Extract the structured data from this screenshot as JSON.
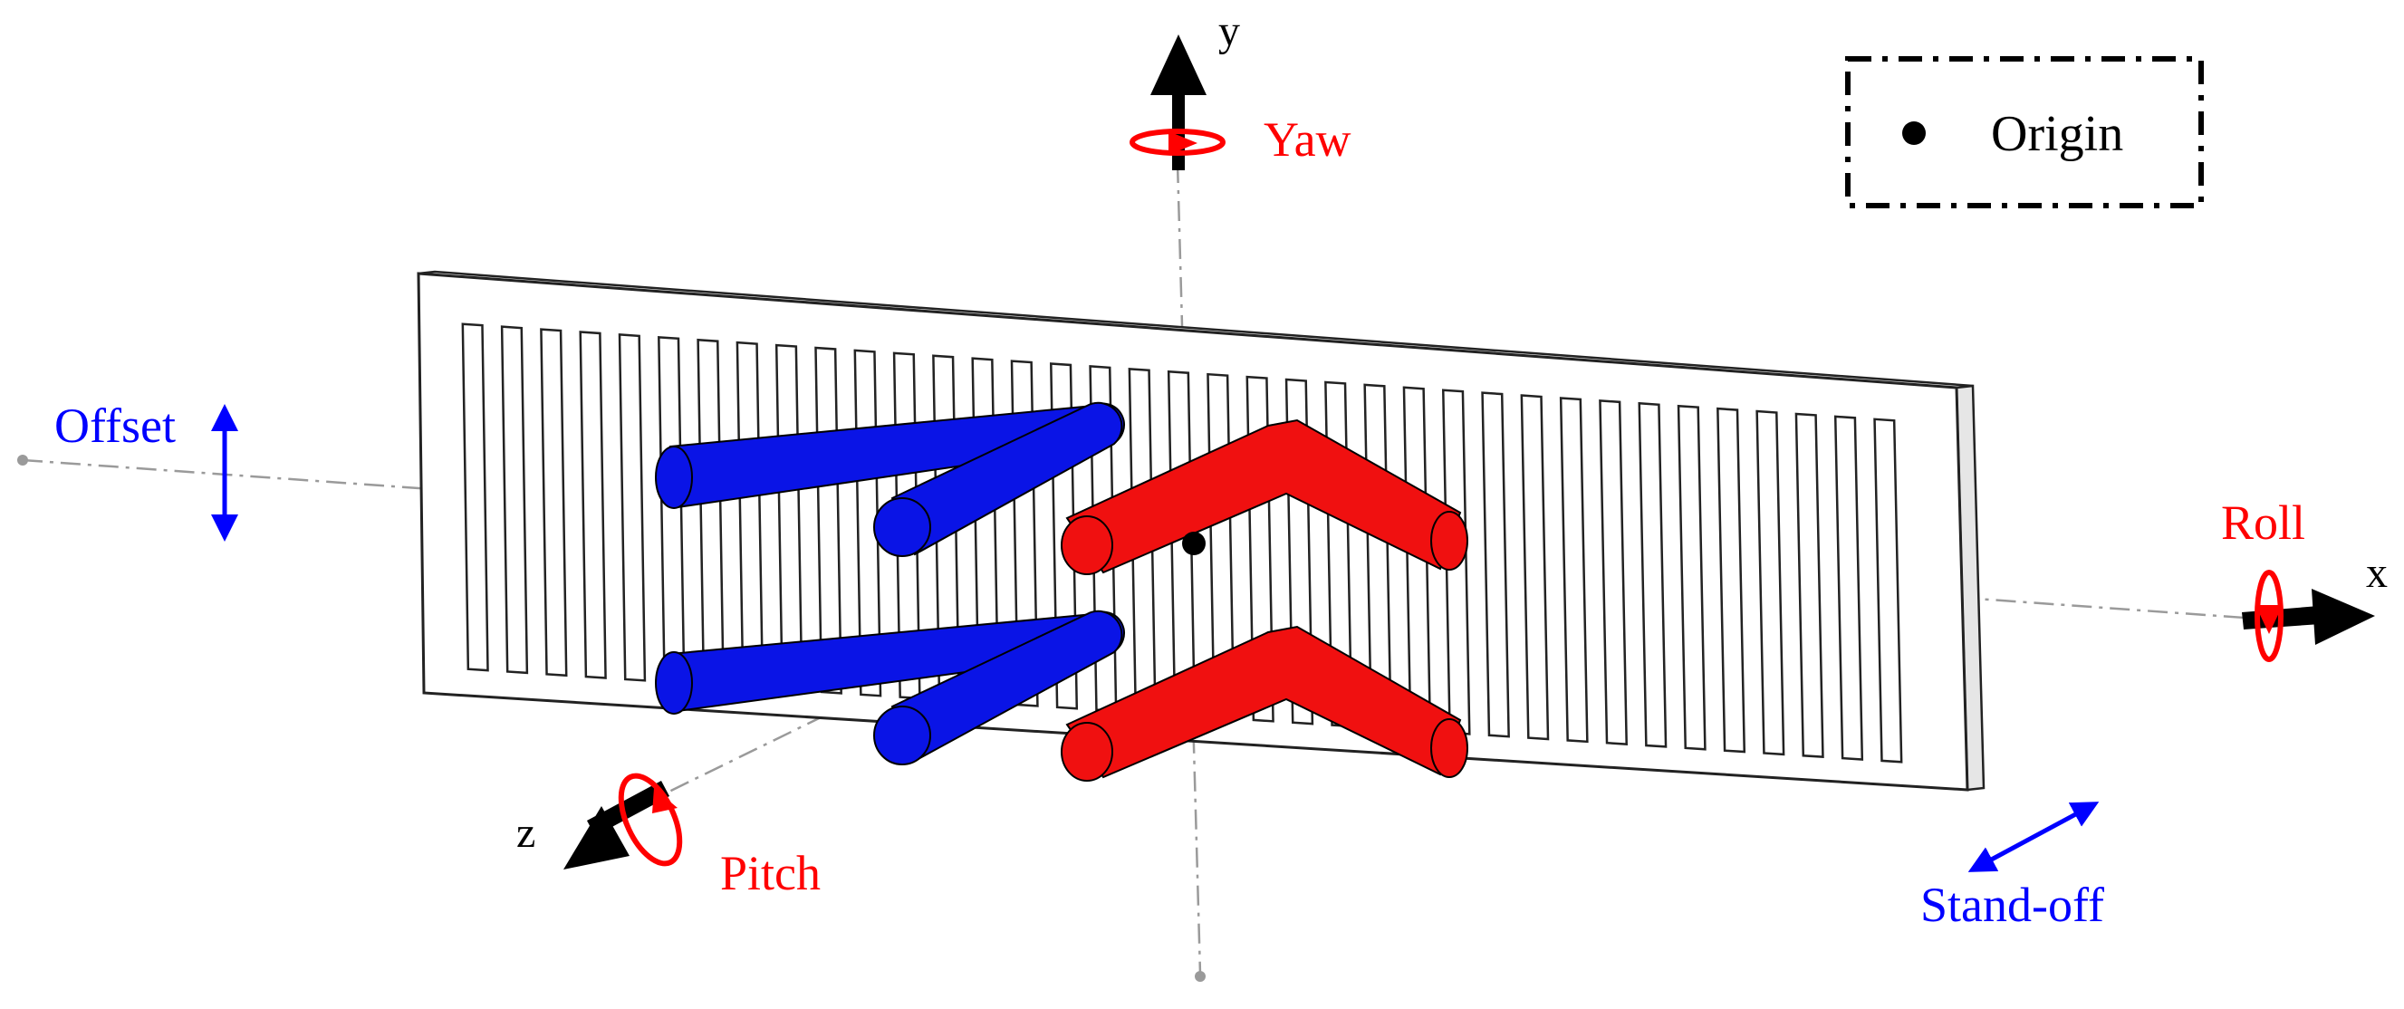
{
  "diagram": {
    "axes": {
      "x": "x",
      "y": "y",
      "z": "z"
    },
    "rotations": {
      "yaw": "Yaw",
      "roll": "Roll",
      "pitch": "Pitch"
    },
    "translations": {
      "offset": "Offset",
      "standoff": "Stand-off"
    },
    "legend": {
      "origin": "Origin"
    },
    "plate": {
      "slot_count": 37
    }
  },
  "colors": {
    "rotation": "#ff0000",
    "translation": "#0000ff",
    "blue_cylinders": "#0a14e6",
    "red_chevrons": "#f01010",
    "axis_arrow": "#000000",
    "centerline": "#9a9a9a"
  }
}
